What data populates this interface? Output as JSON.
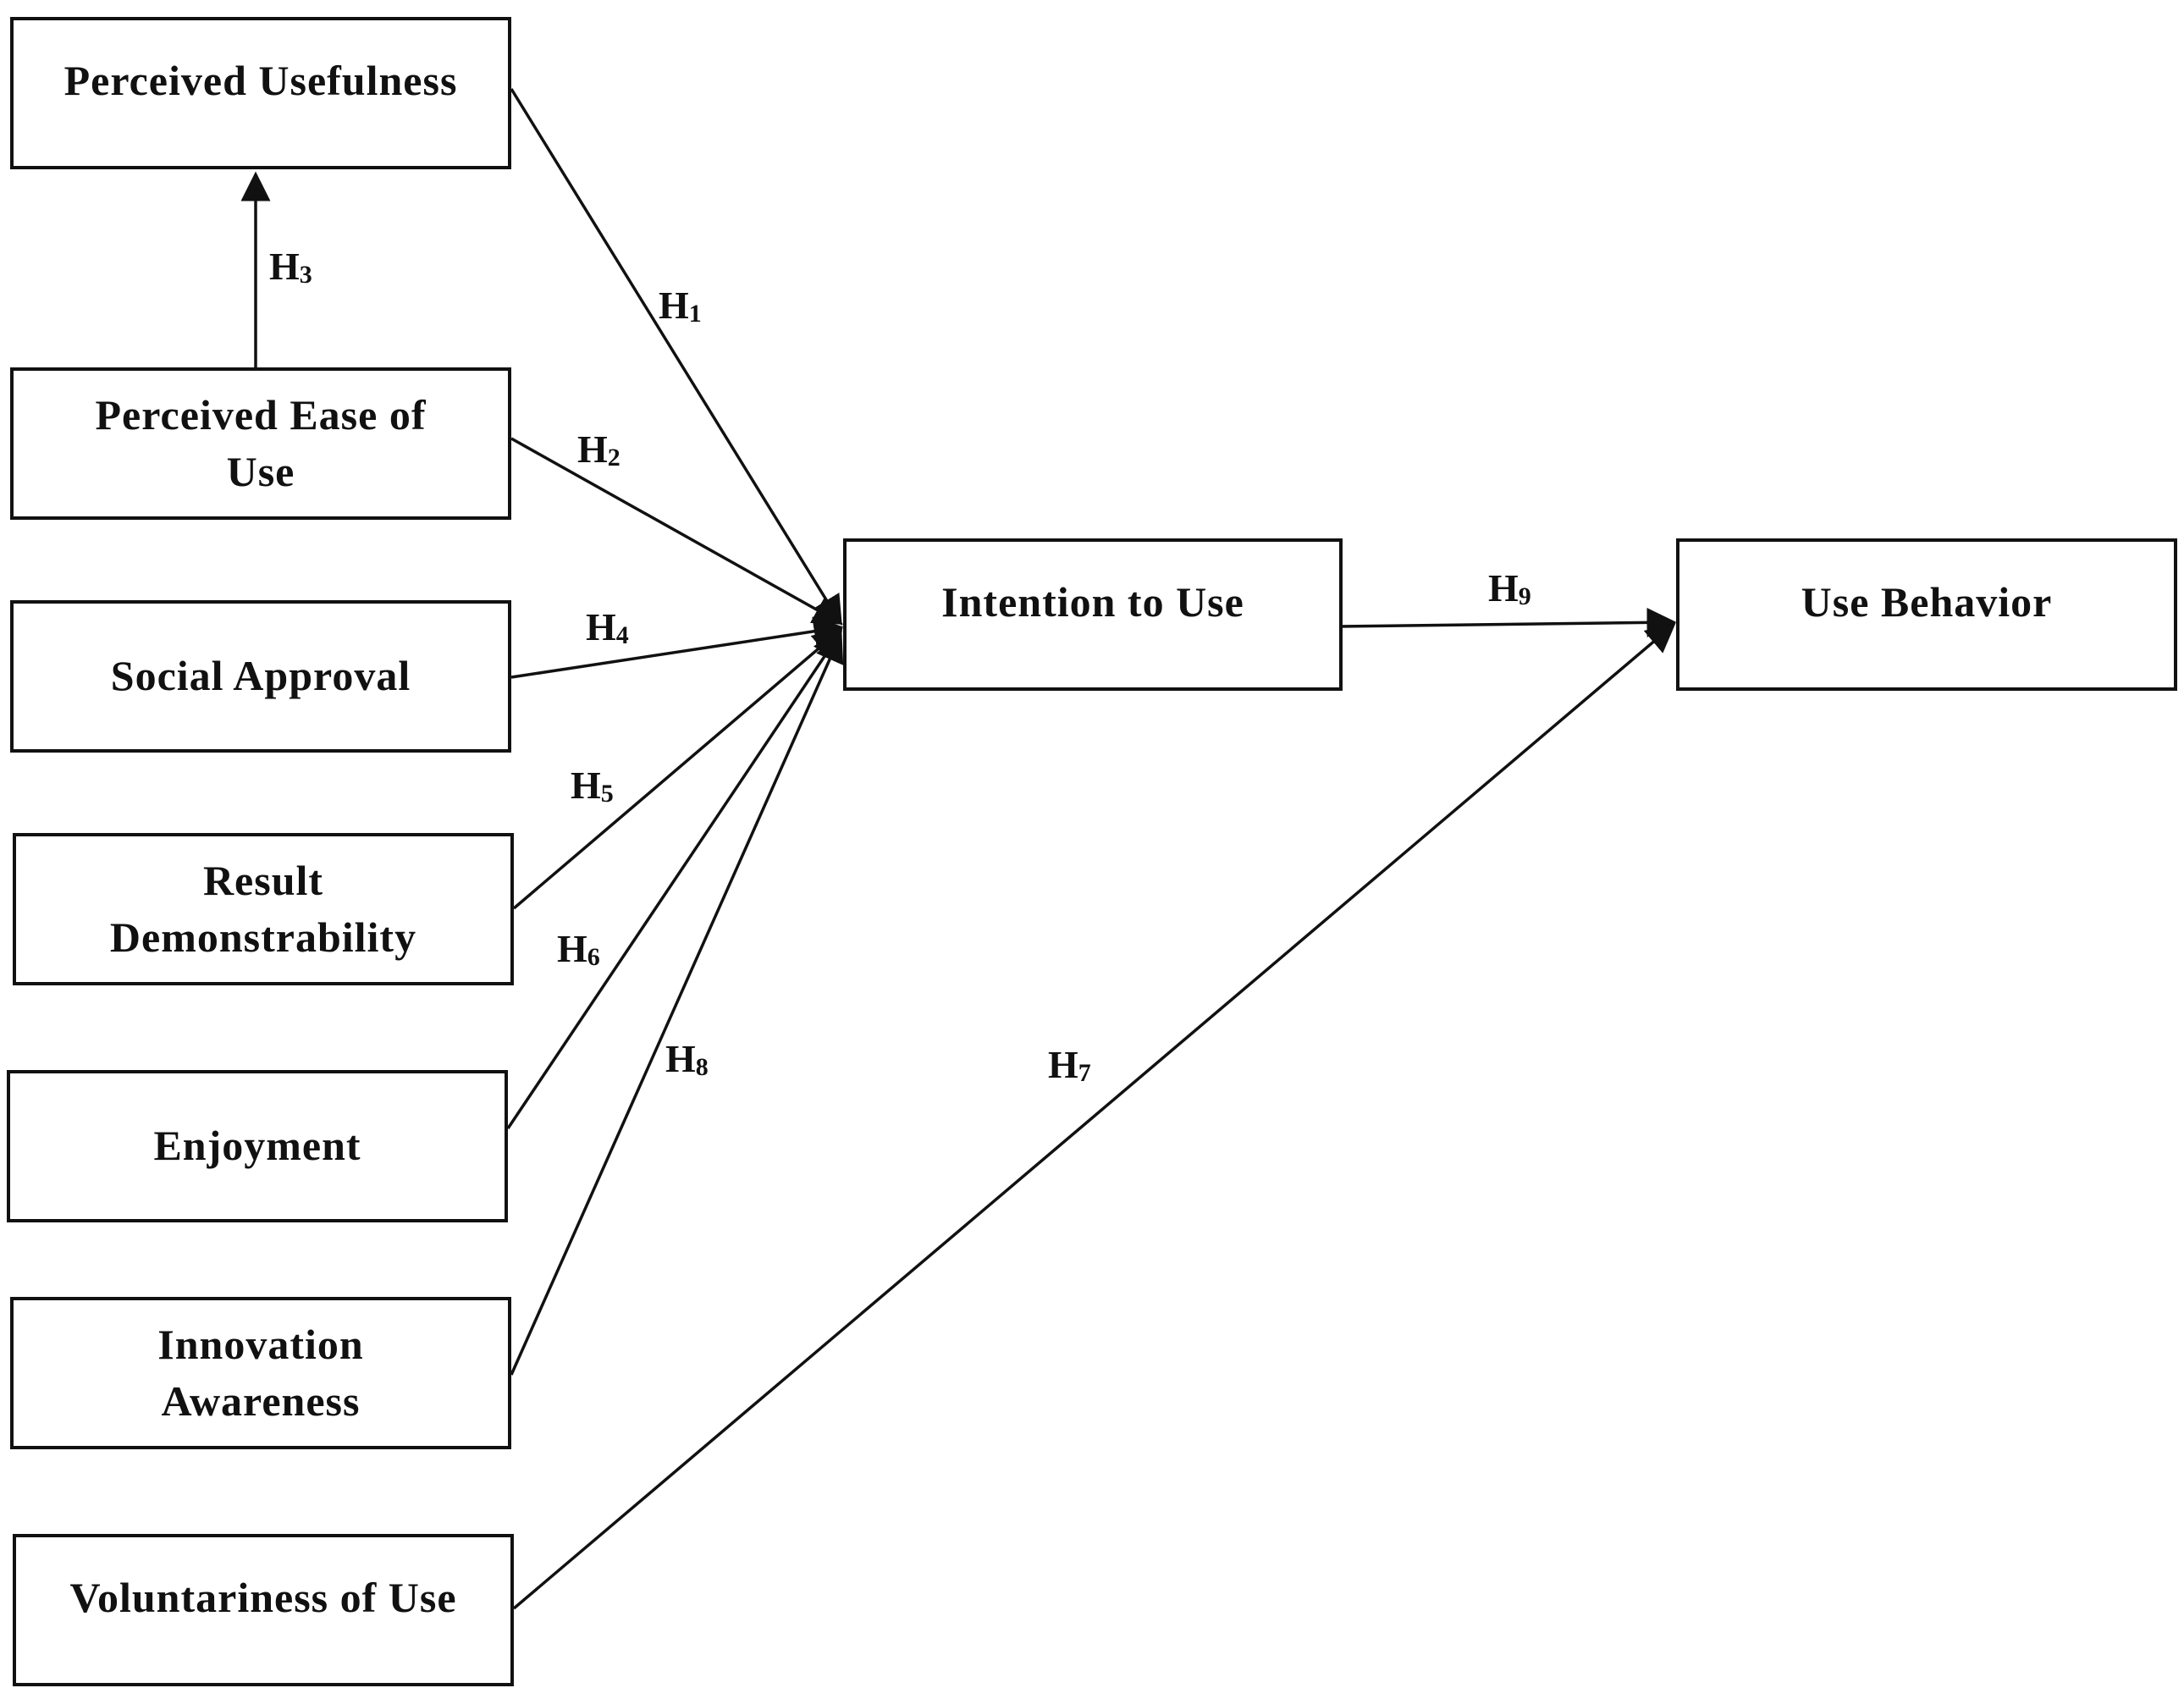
{
  "nodes": {
    "perceived_usefulness": {
      "line1": "Perceived Usefulness",
      "line2": ""
    },
    "perceived_ease_of_use": {
      "line1": "Perceived Ease of",
      "line2": "Use"
    },
    "social_approval": {
      "line1": "Social Approval",
      "line2": ""
    },
    "result_demonstrability": {
      "line1": "Result",
      "line2": "Demonstrability"
    },
    "enjoyment": {
      "line1": "Enjoyment",
      "line2": ""
    },
    "innovation_awareness": {
      "line1": "Innovation",
      "line2": "Awareness"
    },
    "voluntariness_of_use": {
      "line1": "Voluntariness of Use",
      "line2": ""
    },
    "intention_to_use": {
      "line1": "Intention to Use",
      "line2": ""
    },
    "use_behavior": {
      "line1": "Use Behavior",
      "line2": ""
    }
  },
  "edges": [
    {
      "from": "perceived_usefulness",
      "to": "intention_to_use",
      "letter": "H",
      "num": "1"
    },
    {
      "from": "perceived_ease_of_use",
      "to": "intention_to_use",
      "letter": "H",
      "num": "2"
    },
    {
      "from": "perceived_ease_of_use",
      "to": "perceived_usefulness",
      "letter": "H",
      "num": "3"
    },
    {
      "from": "social_approval",
      "to": "intention_to_use",
      "letter": "H",
      "num": "4"
    },
    {
      "from": "result_demonstrability",
      "to": "intention_to_use",
      "letter": "H",
      "num": "5"
    },
    {
      "from": "enjoyment",
      "to": "intention_to_use",
      "letter": "H",
      "num": "6"
    },
    {
      "from": "voluntariness_of_use",
      "to": "use_behavior",
      "letter": "H",
      "num": "7"
    },
    {
      "from": "innovation_awareness",
      "to": "intention_to_use",
      "letter": "H",
      "num": "8"
    },
    {
      "from": "intention_to_use",
      "to": "use_behavior",
      "letter": "H",
      "num": "9"
    }
  ]
}
